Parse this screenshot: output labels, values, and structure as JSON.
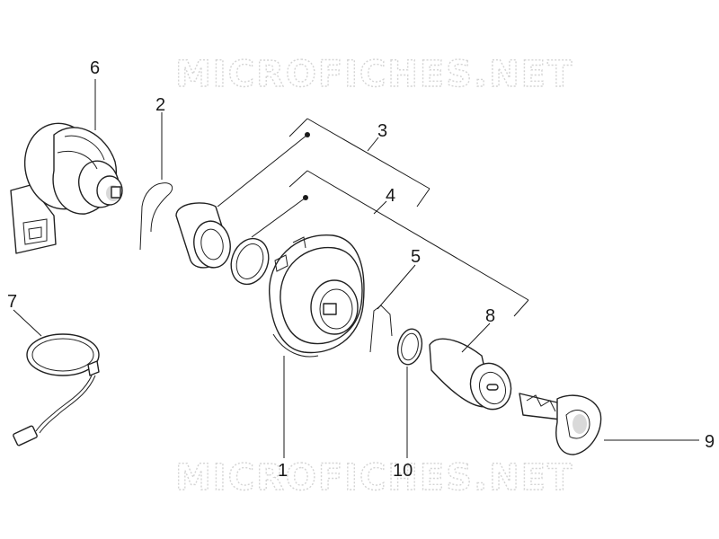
{
  "watermark": {
    "top": "MICROFICHES.NET",
    "bottom": "MICROFICHES.NET"
  },
  "callouts": {
    "c1": "1",
    "c2": "2",
    "c3": "3",
    "c4": "4",
    "c5": "5",
    "c6": "6",
    "c7": "7",
    "c8": "8",
    "c9": "9",
    "c10": "10"
  },
  "colors": {
    "line": "#1a1a1a",
    "watermark": "#d4d4d4",
    "background": "#ffffff"
  }
}
